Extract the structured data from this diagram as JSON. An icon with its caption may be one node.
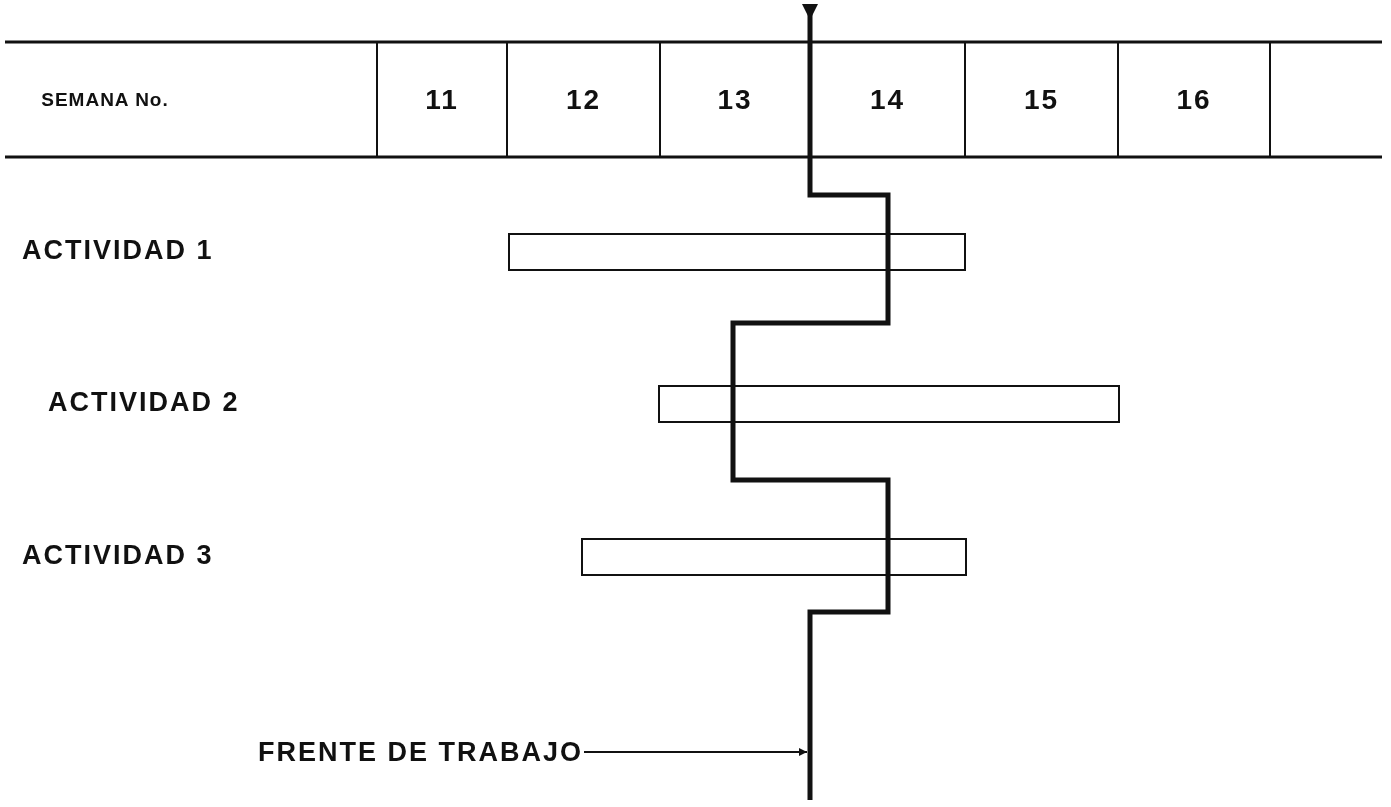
{
  "diagram": {
    "nodes": [
      {
        "text": [],
        "shape": "bar"
      },
      {
        "text": [],
        "shape": "bar"
      },
      {
        "text": [],
        "shape": "bar"
      },
      {
        "text": [
          "FRENTE DE TRABAJO"
        ]
      },
      {
        "text": [],
        "shape": "line"
      }
    ],
    "edges": [
      {
        "from": 3,
        "to": 4,
        "arrow": "to"
      }
    ],
    "labels": [
      "SEMANA No.",
      "11",
      "12",
      "13",
      "14",
      "15",
      "16",
      "ACTIVIDAD 1",
      "ACTIVIDAD 2",
      "ACTIVIDAD 3"
    ]
  }
}
